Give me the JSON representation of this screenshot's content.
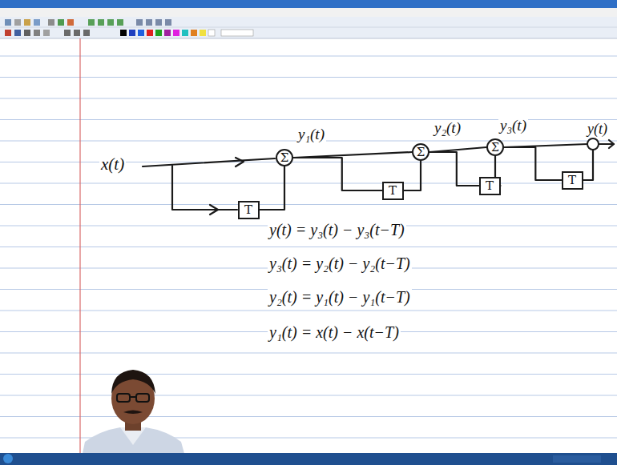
{
  "diagram": {
    "nodes": [
      {
        "text": [
          "Σ"
        ]
      },
      {
        "text": [
          "T"
        ]
      },
      {
        "text": [
          "Σ"
        ]
      },
      {
        "text": [
          "T"
        ]
      },
      {
        "text": [
          "Σ"
        ]
      },
      {
        "text": [
          "T"
        ]
      },
      {
        "text": [
          "T"
        ]
      }
    ],
    "edges": [
      {
        "from": 1,
        "to": 0,
        "arrow": "none"
      },
      {
        "from": 0,
        "to": 2,
        "arrow": "none"
      },
      {
        "from": 0,
        "to": 3,
        "arrow": "none"
      },
      {
        "from": 3,
        "to": 2,
        "arrow": "none"
      },
      {
        "from": 2,
        "to": 4,
        "arrow": "none"
      },
      {
        "from": 2,
        "to": 5,
        "arrow": "none"
      },
      {
        "from": 5,
        "to": 4,
        "arrow": "none"
      },
      {
        "from": 4,
        "to": 6,
        "arrow": "none"
      }
    ],
    "labels": [
      "x(t)",
      "y₁(t)",
      "y₂(t)",
      "y₃(t)",
      "y(t)",
      "y(t) = y₃(t) − y₃(t−T)",
      "y₃(t) = y₂(t) − y₂(t−T)",
      "y₂(t) = y₁(t) − y₁(t−T)",
      "y₁(t) = x(t) − x(t−T)"
    ]
  }
}
